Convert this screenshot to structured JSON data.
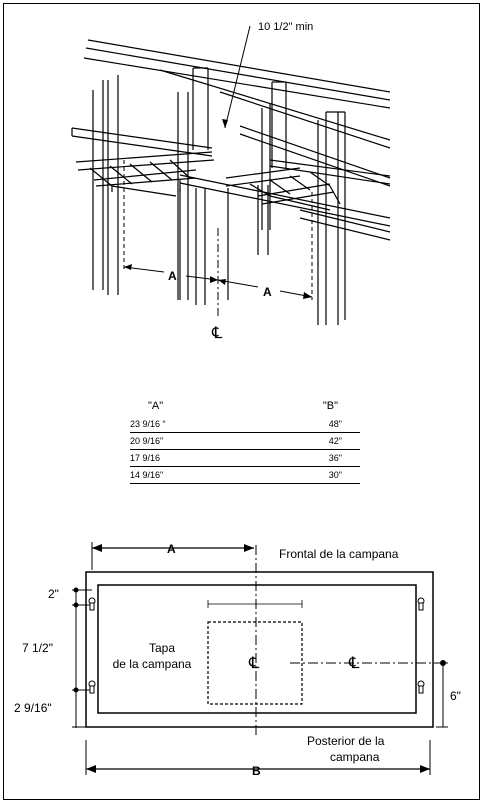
{
  "top_diagram": {
    "clearance_label": "10 1/2\" min",
    "dim_a_left": "A",
    "dim_a_right": "A",
    "centerline_symbol": "℄"
  },
  "table": {
    "header_a": "\"A\"",
    "header_b": "\"B\"",
    "rows": [
      {
        "a": "23 9/16 “",
        "b": "48\""
      },
      {
        "a": "20 9/16\"",
        "b": "42\""
      },
      {
        "a": "17 9/16",
        "b": "36\""
      },
      {
        "a": "14 9/16\"",
        "b": "30\""
      }
    ]
  },
  "bottom_diagram": {
    "dim_a": "A",
    "dim_b": "B",
    "front_label": "Frontal de la campana",
    "cover_label_line1": "Tapa",
    "cover_label_line2": "de la campana",
    "rear_label_line1": "Posterior de la",
    "rear_label_line2": "campana",
    "dim_2": "2\"",
    "dim_7_5": "7 1/2\"",
    "dim_2_9_16": "2 9/16\"",
    "dim_6": "6\"",
    "centerline_symbol_1": "℄",
    "centerline_symbol_2": "℄"
  }
}
